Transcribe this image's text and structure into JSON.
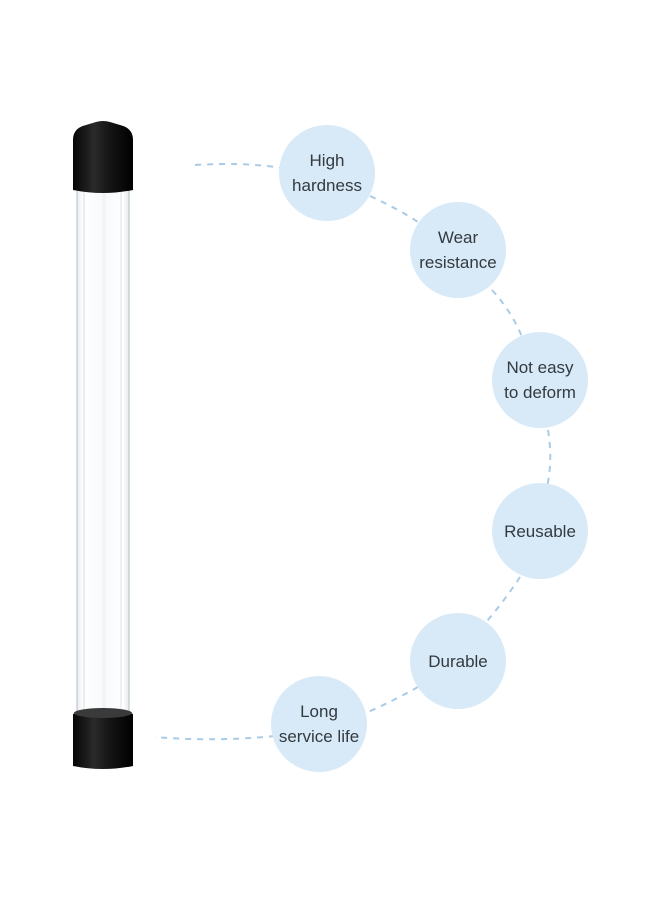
{
  "features": [
    {
      "label": "High\nhardness"
    },
    {
      "label": "Wear\nresistance"
    },
    {
      "label": "Not easy\nto deform"
    },
    {
      "label": "Reusable"
    },
    {
      "label": "Durable"
    },
    {
      "label": "Long\nservice life"
    }
  ],
  "colors": {
    "badge_fill": "#d8eaf8",
    "connector": "#a9cbe6",
    "text": "#333a40",
    "cap": "#141414"
  },
  "icons": {
    "product": "clear-tube-with-black-end-caps-image"
  }
}
